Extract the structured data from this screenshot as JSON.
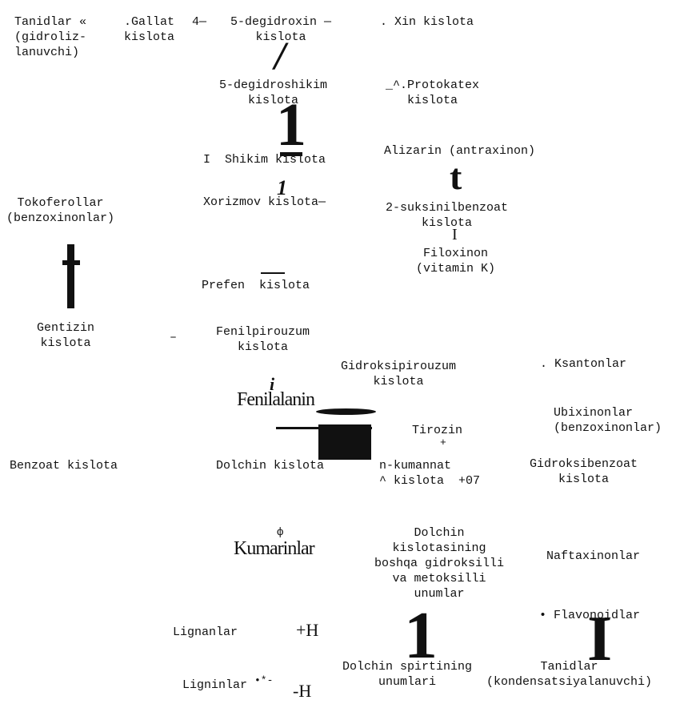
{
  "nodes": {
    "tanidlar_gidroliz": "Tanidlar «\n(gidroliz-\nlanuvchi)",
    "gallat": ".Gallat\nkislota",
    "arrow_4": "4—",
    "degidroxin": "5-degidroxin —\nkislota",
    "xin": ". Xin kislota",
    "degidroshikim": "5-degidroshikim\nkislota",
    "protokatex": "_^.Protokatex\nkislota",
    "shikim": "I  Shikim kislota",
    "alizarin": "Alizarin (antraxinon)",
    "tokoferollar": "Tokoferollar\n(benzoxinonlar)",
    "xorizmov": "Xorizmov kislota—",
    "suksinil": "2-suksinilbenzoat\nkislota",
    "filoxinon": "Filoxinon\n(vitamin K)",
    "prefen": "Prefen  kislota",
    "gentizin": "Gentizin\nkislota",
    "dash": "–",
    "fenilpirouzum": "Fenilpirouzum\nkislota",
    "gidroksipirouzum": "Gidroksipirouzum\nkislota",
    "ksantonlar": ". Ksantonlar",
    "fenilalanin": "Fenilalanin",
    "ubixinonlar": "Ubixinonlar\n(benzoxinonlar)",
    "tirozin": "Tirozin",
    "plus_small": "+",
    "benzoat": "Benzoat kislota",
    "dolchin": "Dolchin kislota",
    "kumannat": "n-kumannat\n^ kislota  +07",
    "gidroksibenzoat": "Gidroksibenzoat\nkislota",
    "phi": "ф",
    "kumarinlar": "Kumarinlar",
    "dolchin_boshqa": "Dolchin\nkislotasining\nboshqa gidroksilli\nva metoksilli\nunumlar",
    "naftaxinonlar": "Naftaxinonlar",
    "flavonoidlar": "• Flavonoidlar",
    "lignanlar": "Lignanlar",
    "plus_h": "+H",
    "dolchin_spirt": "Dolchin spirtining\nunumlari",
    "tanidlar_kond": "Tanidlar\n(kondensatsiyalanuvchi)",
    "ligninlar": "Ligninlar",
    "bullet_star": "•*-",
    "minus_h": "-H"
  },
  "glyphs": {
    "slash_mark": "/",
    "one_mark_center": "1",
    "italic_one": "1",
    "t_mark": "t",
    "small_i_mark": "I",
    "hook_mark": "ţ",
    "i_mark": "i",
    "one_mark_bottom": "1",
    "i_mark_bottom": "I"
  },
  "colors": {
    "ink": "#111111",
    "background": "#ffffff"
  }
}
